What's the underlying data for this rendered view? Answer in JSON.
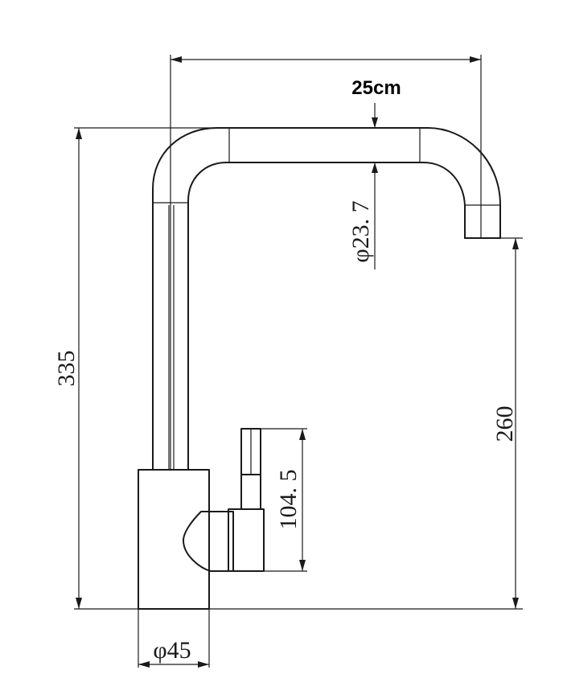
{
  "diagram": {
    "width_label": "25cm",
    "pipe_diameter_label": "φ23. 7",
    "total_height_label": "335",
    "spout_height_label": "260",
    "handle_height_label": "104. 5",
    "base_diameter_label": "φ45"
  },
  "colors": {
    "line": "#1a1a1a",
    "background": "#ffffff"
  }
}
